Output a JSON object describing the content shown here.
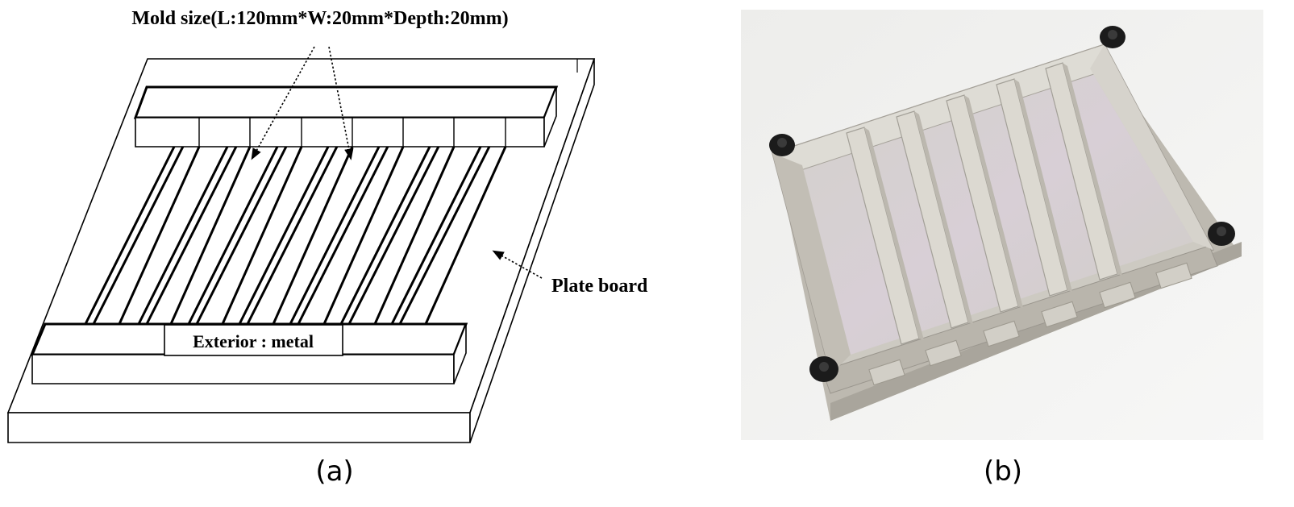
{
  "panel_a": {
    "title_label": "Mold size(L:120mm*W:20mm*Depth:20mm)",
    "exterior_label": "Exterior : metal",
    "plate_label": "Plate board",
    "caption": "(a)",
    "stroke_color": "#000000"
  },
  "panel_b": {
    "caption": "(b)",
    "metal_color": "#c9c6bd",
    "bolt_color": "#1b1b1b"
  }
}
